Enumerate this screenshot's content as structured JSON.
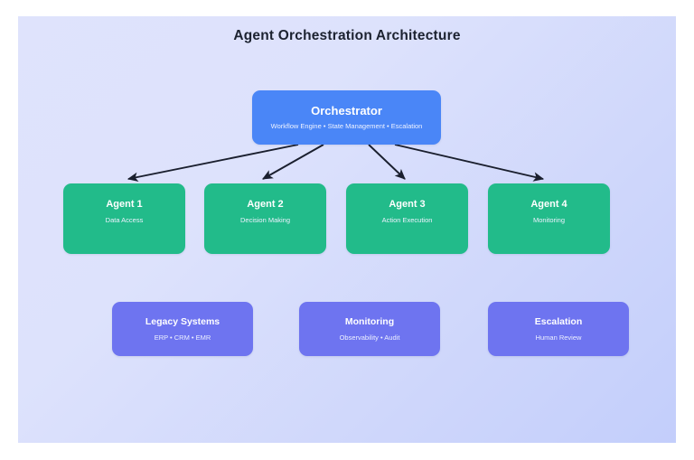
{
  "diagram": {
    "title": "Agent Orchestration Architecture",
    "colors": {
      "background_start": "#dfe3fc",
      "background_end": "#c3cefb",
      "orchestrator": "#4a86f7",
      "agent": "#22bb8a",
      "support": "#6e74f0",
      "arrow": "#1a1f2e",
      "title_text": "#1c2230",
      "node_text": "#ffffff"
    },
    "orchestrator": {
      "title": "Orchestrator",
      "subtitle": "Workflow Engine • State Management • Escalation"
    },
    "agents": [
      {
        "title": "Agent 1",
        "subtitle": "Data Access"
      },
      {
        "title": "Agent 2",
        "subtitle": "Decision Making"
      },
      {
        "title": "Agent 3",
        "subtitle": "Action Execution"
      },
      {
        "title": "Agent 4",
        "subtitle": "Monitoring"
      }
    ],
    "support": [
      {
        "title": "Legacy Systems",
        "subtitle": "ERP • CRM • EMR"
      },
      {
        "title": "Monitoring",
        "subtitle": "Observability • Audit"
      },
      {
        "title": "Escalation",
        "subtitle": "Human Review"
      }
    ],
    "connections": [
      {
        "from": "Orchestrator",
        "to": "Agent 1"
      },
      {
        "from": "Orchestrator",
        "to": "Agent 2"
      },
      {
        "from": "Orchestrator",
        "to": "Agent 3"
      },
      {
        "from": "Orchestrator",
        "to": "Agent 4"
      }
    ]
  }
}
